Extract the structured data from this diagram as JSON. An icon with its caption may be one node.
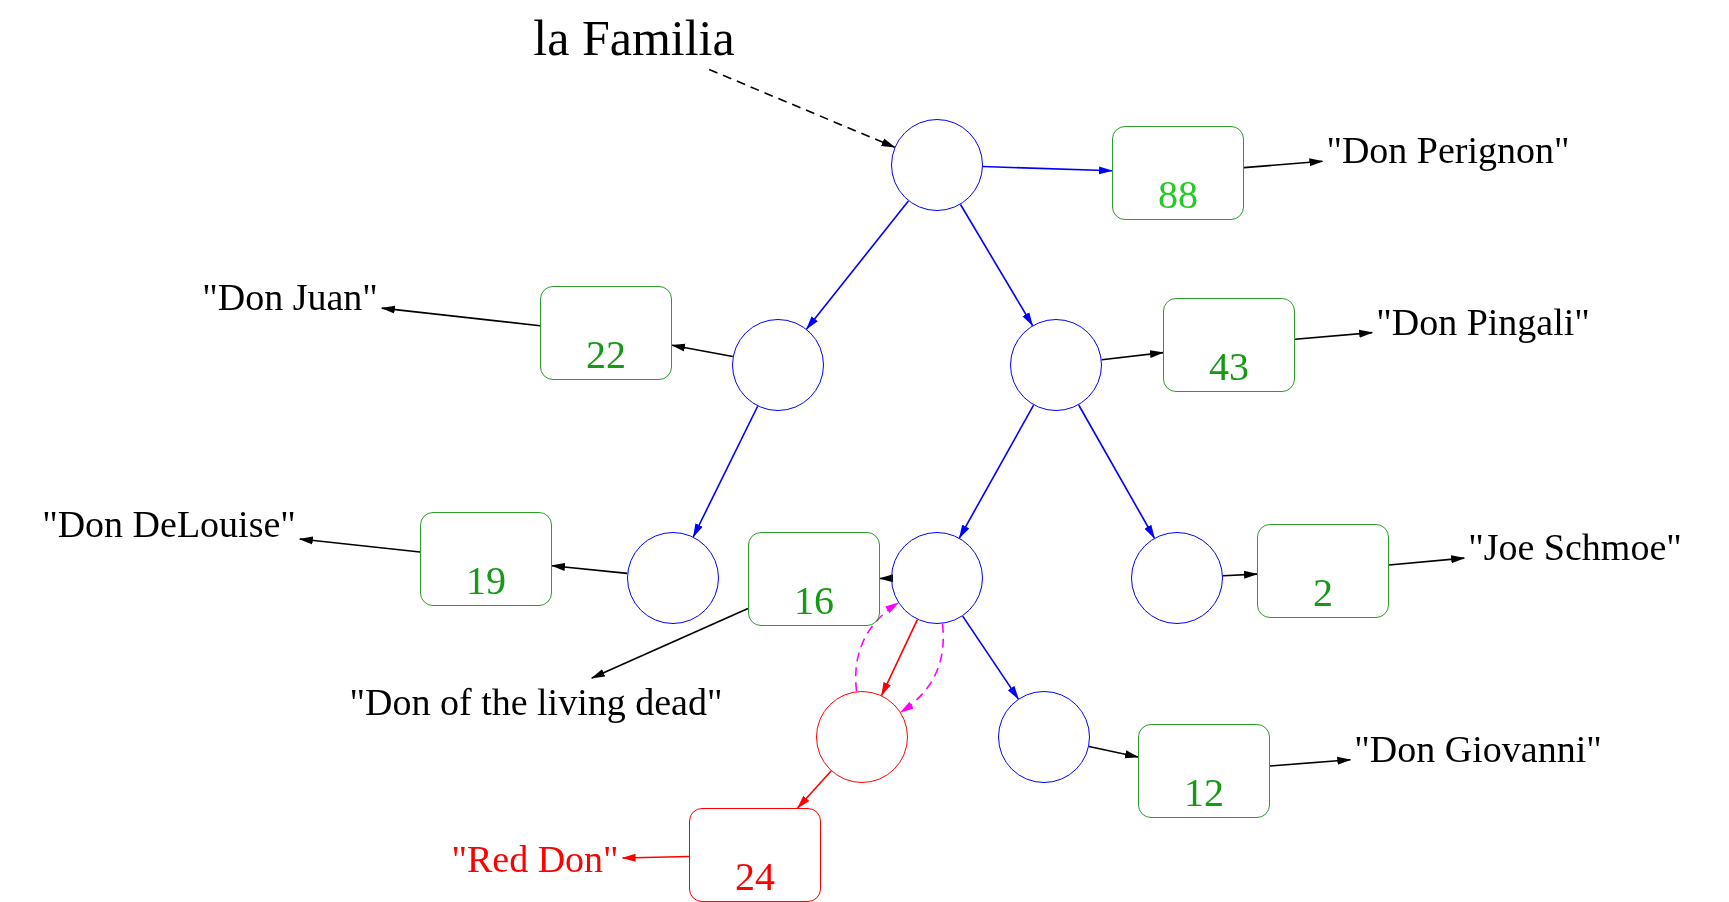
{
  "diagram": {
    "nodes": [
      {
        "text": [
          "la Familia"
        ]
      },
      {
        "text": [],
        "shape": "circle"
      },
      {
        "text": [
          "88"
        ]
      },
      {
        "text": [
          "\"Don Perignon\""
        ]
      },
      {
        "text": [
          "\"Don Juan\""
        ]
      },
      {
        "text": [
          "22"
        ]
      },
      {
        "text": [],
        "shape": "circle"
      },
      {
        "text": [],
        "shape": "circle"
      },
      {
        "text": [
          "43"
        ]
      },
      {
        "text": [
          "\"Don Pingali\""
        ]
      },
      {
        "text": [
          "\"Don DeLouise\""
        ]
      },
      {
        "text": [
          "19"
        ]
      },
      {
        "text": [],
        "shape": "circle"
      },
      {
        "text": [
          "16"
        ]
      },
      {
        "text": [],
        "shape": "circle"
      },
      {
        "text": [],
        "shape": "circle"
      },
      {
        "text": [
          "2"
        ]
      },
      {
        "text": [
          "\"Joe Schmoe\""
        ]
      },
      {
        "text": [
          "\"Don of the living dead\""
        ]
      },
      {
        "text": [],
        "shape": "circle"
      },
      {
        "text": [],
        "shape": "circle"
      },
      {
        "text": [
          "12"
        ]
      },
      {
        "text": [
          "\"Don Giovanni\""
        ]
      },
      {
        "text": [
          "24"
        ]
      },
      {
        "text": [
          "\"Red Don\""
        ]
      }
    ],
    "edges": [
      {
        "from": 0,
        "to": 1,
        "arrow": "to",
        "style": "dashed"
      },
      {
        "from": 1,
        "to": 2,
        "arrow": "to",
        "color": "#0000ff"
      },
      {
        "from": 2,
        "to": 3,
        "arrow": "to"
      },
      {
        "from": 1,
        "to": 6,
        "arrow": "to",
        "color": "#0000ff"
      },
      {
        "from": 1,
        "to": 7,
        "arrow": "to",
        "color": "#0000ff"
      },
      {
        "from": 6,
        "to": 5,
        "arrow": "to"
      },
      {
        "from": 5,
        "to": 4,
        "arrow": "to"
      },
      {
        "from": 7,
        "to": 8,
        "arrow": "to"
      },
      {
        "from": 8,
        "to": 9,
        "arrow": "to"
      },
      {
        "from": 6,
        "to": 12,
        "arrow": "to",
        "color": "#0000ff"
      },
      {
        "from": 12,
        "to": 11,
        "arrow": "to"
      },
      {
        "from": 11,
        "to": 10,
        "arrow": "to"
      },
      {
        "from": 7,
        "to": 14,
        "arrow": "to",
        "color": "#0000ff"
      },
      {
        "from": 7,
        "to": 15,
        "arrow": "to",
        "color": "#0000ff"
      },
      {
        "from": 14,
        "to": 13,
        "arrow": "to"
      },
      {
        "from": 13,
        "to": 18,
        "arrow": "to"
      },
      {
        "from": 15,
        "to": 16,
        "arrow": "to"
      },
      {
        "from": 16,
        "to": 17,
        "arrow": "to"
      },
      {
        "from": 14,
        "to": 20,
        "arrow": "to",
        "color": "#0000ff"
      },
      {
        "from": 20,
        "to": 21,
        "arrow": "to"
      },
      {
        "from": 21,
        "to": 22,
        "arrow": "to"
      },
      {
        "from": 14,
        "to": 19,
        "arrow": "to",
        "color": "#ff0000"
      },
      {
        "from": 19,
        "to": 23,
        "arrow": "to",
        "color": "#ff0000"
      },
      {
        "from": 23,
        "to": 24,
        "arrow": "to",
        "color": "#ff0000"
      },
      {
        "from": 14,
        "to": 19,
        "arrow": "to",
        "style": "dashed",
        "color": "#ff00ff"
      },
      {
        "from": 19,
        "to": 14,
        "arrow": "to",
        "style": "dashed",
        "color": "#ff00ff"
      }
    ]
  }
}
